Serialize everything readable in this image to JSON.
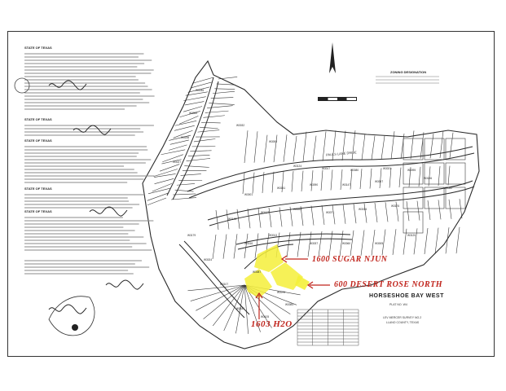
{
  "annotations": {
    "lot_a": "1600 SUGAR NJUN",
    "lot_b": "600 DESERT ROSE NORTH",
    "lot_c": "1603 H2O"
  },
  "title_block": {
    "title": "HORSESHOE BAY WEST",
    "plat_no": "PLAT NO. W4",
    "survey": "LEV MERCER SURVEY NO.2",
    "county": "LLANO COUNTY, TEXAS"
  },
  "road_label": "PAULS LANE DRIVE",
  "zoning": {
    "heading": "ZONING DESIGNATION"
  },
  "certificates": [
    "STATE OF TEXAS",
    "STATE OF TEXAS",
    "STATE OF TEXAS",
    "STATE OF TEXAS",
    "STATE OF TEXAS"
  ],
  "colors": {
    "highlight": "#f4ef3a",
    "annotation": "#c0241c",
    "ink": "#333333"
  }
}
